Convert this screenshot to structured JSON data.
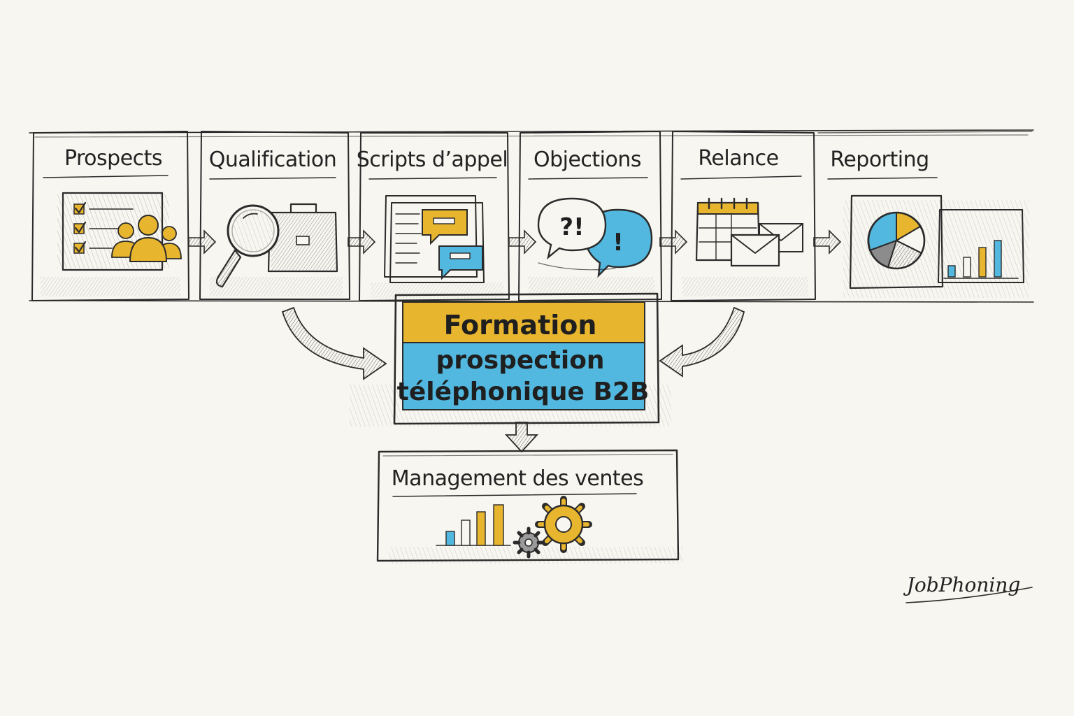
{
  "steps": [
    {
      "label": "Prospects",
      "icon": "prospect-checklist-icon"
    },
    {
      "label": "Qualification",
      "icon": "magnifier-briefcase-icon"
    },
    {
      "label": "Scripts d’appel",
      "icon": "script-document-chat-icon"
    },
    {
      "label": "Objections",
      "icon": "question-speech-bubbles-icon"
    },
    {
      "label": "Relance",
      "icon": "calendar-envelope-icon"
    },
    {
      "label": "Reporting",
      "icon": "pie-bar-chart-icon"
    }
  ],
  "center": {
    "line1": "Formation",
    "line2": "prospection",
    "line3": "téléphonique B2B"
  },
  "bottom": {
    "label": "Management des ventes",
    "icon": "bar-chart-gears-icon"
  },
  "icon_texts": {
    "question": "?!",
    "exclaim": "!"
  },
  "brand": "JobPhoning",
  "colors": {
    "accent_yellow": "#e8b52e",
    "accent_blue": "#52b8e0",
    "ink": "#2b2b2b",
    "background": "#f8f6f0"
  }
}
